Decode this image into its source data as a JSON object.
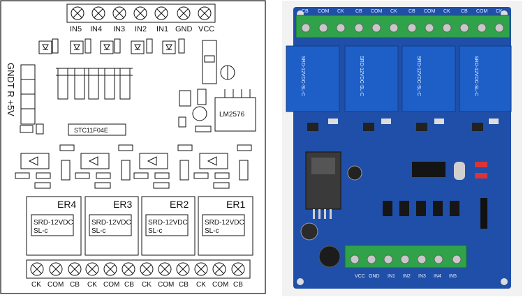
{
  "schematic": {
    "top_terminals": [
      "IN5",
      "IN4",
      "IN3",
      "IN2",
      "IN1",
      "GND",
      "VCC"
    ],
    "side_label_lines": [
      "GNDT R +5V"
    ],
    "mcu_label": "STC11F04E",
    "regulator_label": "LM2576",
    "relays": [
      {
        "name": "ER4",
        "model": "SRD-12VDC",
        "model2": "SL-c"
      },
      {
        "name": "ER3",
        "model": "SRD-12VDC",
        "model2": "SL-c"
      },
      {
        "name": "ER2",
        "model": "SRD-12VDC",
        "model2": "SL-c"
      },
      {
        "name": "ER1",
        "model": "SRD-12VDC",
        "model2": "SL-c"
      }
    ],
    "bottom_terminals": [
      "CK",
      "COM",
      "CB",
      "CK",
      "COM",
      "CB",
      "CK",
      "COM",
      "CB",
      "CK",
      "COM",
      "CB"
    ]
  },
  "photo": {
    "top_header": [
      "CB",
      "COM",
      "CK",
      "CB",
      "COM",
      "CK",
      "CB",
      "COM",
      "CK",
      "CB",
      "COM",
      "CK"
    ],
    "relay_text": [
      "SRD-12VDC-SL-C",
      "SRD-12VDC-SL-C",
      "SRD-12VDC-SL-C",
      "SRD-12VDC-SL-C"
    ],
    "bottom_labels": [
      "VCC",
      "GND",
      "IN1",
      "IN2",
      "IN3",
      "IN4",
      "IN5"
    ],
    "colors": {
      "pcb": "#1f4fa8",
      "terminal": "#2fa24a",
      "relay": "#1e5fc7"
    }
  }
}
